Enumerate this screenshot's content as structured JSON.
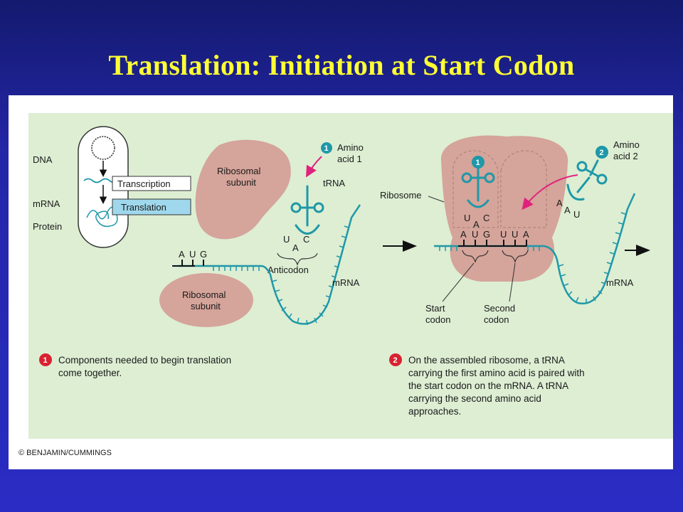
{
  "title": "Translation:  Initiation at Start Codon",
  "colors": {
    "background": "#2a2cc4",
    "title": "#ffff33",
    "panel_bg": "#ddeed3",
    "ribosome": "#d5a49a",
    "rna": "#1f98a8",
    "arrow": "#e0227d",
    "step_badge": "#d82231"
  },
  "diagram": {
    "cell_inset": {
      "dna_label": "DNA",
      "mrna_label": "mRNA",
      "protein_label": "Protein",
      "transcription_label": "Transcription",
      "translation_label": "Translation"
    },
    "step1": {
      "badge": "1",
      "amino_acid_label_line1": "Amino",
      "amino_acid_label_line2": "acid 1",
      "trna_label": "tRNA",
      "ribosomal_subunit_line1": "Ribosomal",
      "ribosomal_subunit_line2": "subunit",
      "anticodon_bases": [
        "U",
        "A",
        "C"
      ],
      "anticodon_label": "Anticodon",
      "mrna_codon_bases": [
        "A",
        "U",
        "G"
      ],
      "mrna_label": "mRNA",
      "lower_subunit_line1": "Ribosomal",
      "lower_subunit_line2": "subunit"
    },
    "step2": {
      "badge_trna": "1",
      "badge_incoming": "2",
      "amino_acid_label_line1": "Amino",
      "amino_acid_label_line2": "acid 2",
      "ribosome_label": "Ribosome",
      "trna1_anticodon": [
        "U",
        "A",
        "C"
      ],
      "trna2_anticodon": [
        "A",
        "A",
        "U"
      ],
      "start_codon_bases": [
        "A",
        "U",
        "G"
      ],
      "second_codon_bases": [
        "U",
        "U",
        "A"
      ],
      "start_codon_line1": "Start",
      "start_codon_line2": "codon",
      "second_codon_line1": "Second",
      "second_codon_line2": "codon",
      "mrna_label": "mRNA"
    },
    "captions": {
      "step1_badge": "1",
      "step1_line1": "Components needed to begin translation",
      "step1_line2": "come together.",
      "step2_badge": "2",
      "step2_line1": "On the assembled ribosome, a tRNA",
      "step2_line2": "carrying the first amino acid is paired with",
      "step2_line3": "the start codon on the mRNA.  A tRNA",
      "step2_line4": "carrying the second amino acid",
      "step2_line5": "approaches."
    },
    "copyright": "© BENJAMIN/CUMMINGS"
  }
}
